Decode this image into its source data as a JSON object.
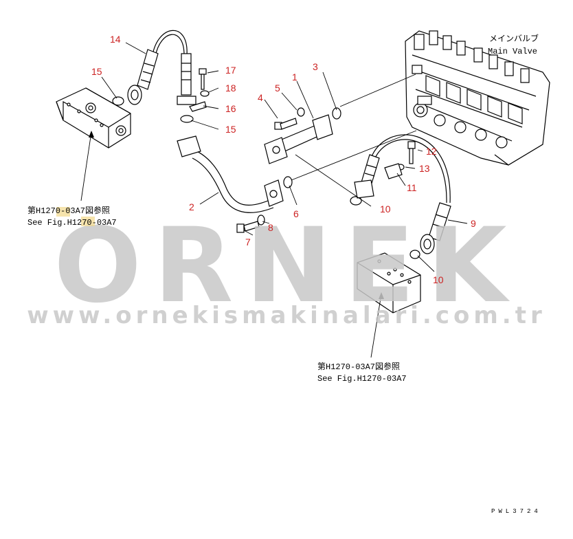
{
  "callouts": {
    "c1": "1",
    "c2": "2",
    "c3": "3",
    "c4": "4",
    "c5": "5",
    "c6": "6",
    "c7": "7",
    "c8": "8",
    "c9": "9",
    "c10a": "10",
    "c10b": "10",
    "c11": "11",
    "c12": "12",
    "c13": "13",
    "c14": "14",
    "c15a": "15",
    "c15b": "15",
    "c16": "16",
    "c17": "17",
    "c18": "18"
  },
  "labels": {
    "main_valve_jp": "メインバルブ",
    "main_valve_en": "Main Valve",
    "ref_left_jp": "第H1270-03A7図参照",
    "ref_left_en": "See Fig.H1270-03A7",
    "ref_bottom_jp": "第H1270-03A7図参照",
    "ref_bottom_en": "See Fig.H1270-03A7",
    "drawing_code": "PWL3724"
  },
  "watermark": {
    "brand": "ORNEK",
    "url": "www.ornekismakinalari.com.tr"
  },
  "colors": {
    "callout": "#cc2222",
    "line": "#000000",
    "watermark": "#c8c8c8",
    "highlight": "#f2d98a"
  }
}
